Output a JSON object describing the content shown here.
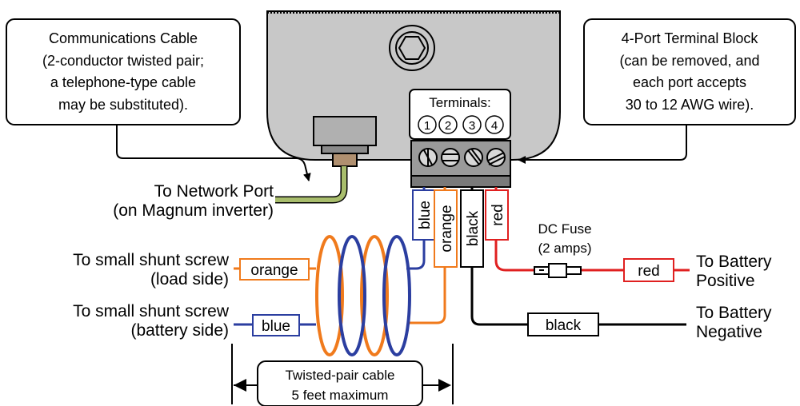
{
  "callouts": {
    "comm_cable": [
      "Communications Cable",
      "(2-conductor twisted pair;",
      "a  telephone-type cable",
      "may be substituted)."
    ],
    "terminal_block": [
      "4-Port Terminal Block",
      "(can be removed, and",
      "each port accepts",
      "30 to 12 AWG wire)."
    ]
  },
  "terminals": {
    "label": "Terminals:",
    "numbers": [
      "1",
      "2",
      "3",
      "4"
    ]
  },
  "network_port": [
    "To Network Port",
    "(on Magnum inverter)"
  ],
  "wire_tags": {
    "blue_vertical": "blue",
    "orange_vertical": "orange",
    "black_vertical": "black",
    "red_vertical": "red",
    "orange_load": "orange",
    "blue_battery": "blue",
    "red_positive": "red",
    "black_negative": "black"
  },
  "fuse": [
    "DC Fuse",
    "(2 amps)"
  ],
  "shunt_load": [
    "To small shunt screw",
    "(load side)"
  ],
  "shunt_battery": [
    "To small shunt screw",
    "(battery side)"
  ],
  "battery_positive": [
    "To Battery",
    "Positive"
  ],
  "battery_negative": [
    "To Battery",
    "Negative"
  ],
  "twisted_pair": [
    "Twisted-pair cable",
    "5 feet maximum"
  ],
  "colors": {
    "blue": "#2b3ea0",
    "orange": "#f07a1c",
    "red": "#e02020",
    "black": "#000000",
    "housing": "#c8c8c8",
    "block": "#9a9a9a",
    "network_cable": "#a8bd6c"
  }
}
